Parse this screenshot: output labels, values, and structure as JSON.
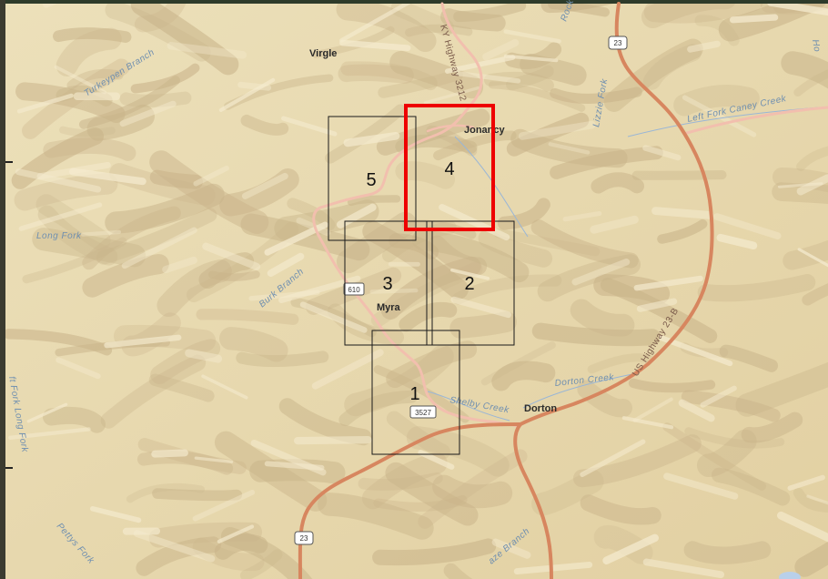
{
  "places": [
    {
      "id": "virgle",
      "name": "Virgle"
    },
    {
      "id": "jonancy",
      "name": "Jonancy"
    },
    {
      "id": "myra",
      "name": "Myra"
    },
    {
      "id": "dorton",
      "name": "Dorton"
    }
  ],
  "streams": [
    {
      "id": "turkeypen-branch",
      "name": "Turkeypen Branch"
    },
    {
      "id": "long-fork-west",
      "name": "Long Fork"
    },
    {
      "id": "burk-branch",
      "name": "Burk Branch"
    },
    {
      "id": "left-fork-caney-creek",
      "name": "Left Fork Caney Creek"
    },
    {
      "id": "lizzie-fork",
      "name": "Lizzie Fork"
    },
    {
      "id": "dorton-creek",
      "name": "Dorton Creek"
    },
    {
      "id": "shelby-creek",
      "name": "Shelby Creek"
    },
    {
      "id": "left-fork-long-fork",
      "name": "ft Fork Long Fork"
    },
    {
      "id": "pettys-fork",
      "name": "Pettys Fork"
    },
    {
      "id": "maze-branch",
      "name": "aze Branch"
    },
    {
      "id": "rock-label",
      "name": "Rock"
    },
    {
      "id": "ho-label",
      "name": "Ho"
    }
  ],
  "roads": [
    {
      "id": "ky-highway-3212",
      "name": "KY Highway 3212"
    },
    {
      "id": "us-highway-23-b",
      "name": "US Highway 23-B"
    }
  ],
  "shields": [
    {
      "id": "us23-north",
      "label": "23"
    },
    {
      "id": "ky610",
      "label": "610"
    },
    {
      "id": "ky3527",
      "label": "3527"
    },
    {
      "id": "us23-south",
      "label": "23"
    }
  ],
  "grid_cells": [
    {
      "id": "cell-1",
      "label": "1",
      "highlighted": false
    },
    {
      "id": "cell-2",
      "label": "2",
      "highlighted": false
    },
    {
      "id": "cell-3",
      "label": "3",
      "highlighted": false
    },
    {
      "id": "cell-4",
      "label": "4",
      "highlighted": true
    },
    {
      "id": "cell-5",
      "label": "5",
      "highlighted": false
    }
  ],
  "colors": {
    "terrain_base": "#e8d9b0",
    "ridge_shade": "#c9b48a",
    "highway": "#d98a64",
    "road": "#f0b8a6",
    "stream": "#8fb0d8",
    "highlight": "#ee0000"
  }
}
